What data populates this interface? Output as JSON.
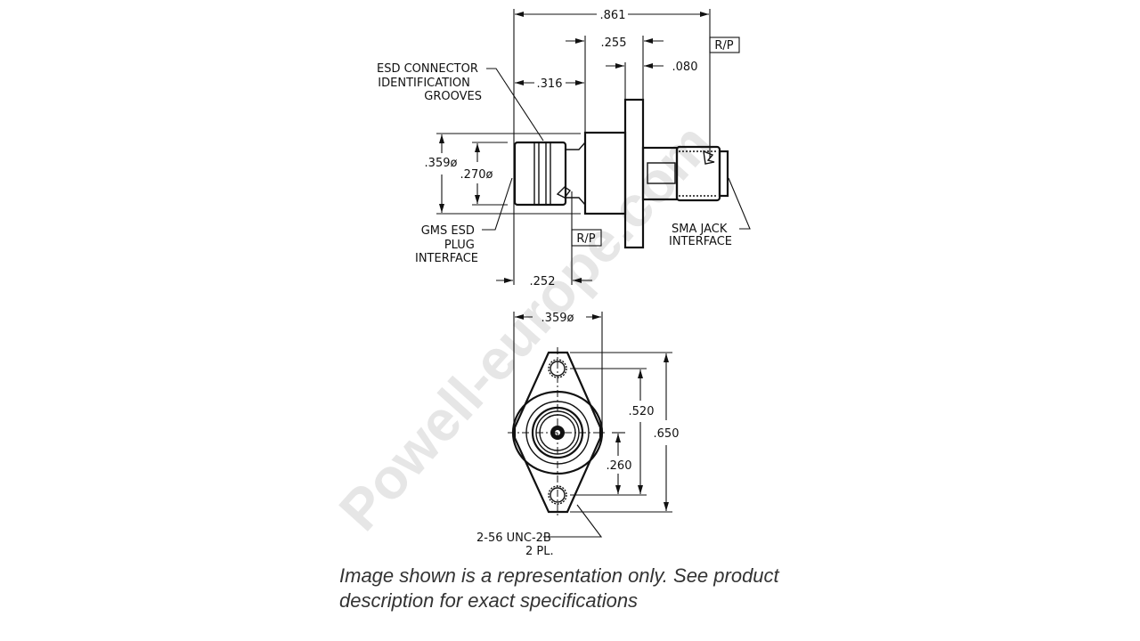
{
  "watermark": "Powell-europe.com",
  "side_view": {
    "dims": {
      "overall": ".861",
      "flange_to_ref": ".255",
      "flange_thickness": ".080",
      "plug_length": ".316",
      "outer_dia": ".359ø",
      "inner_dia": ".270ø",
      "plug_ref": ".252"
    },
    "ref_label_top": "R/P",
    "ref_label_bottom": "R/P",
    "callouts": {
      "esd_grooves": [
        "ESD CONNECTOR",
        "IDENTIFICATION",
        "GROOVES"
      ],
      "gms_plug": [
        "GMS ESD",
        "PLUG",
        "INTERFACE"
      ],
      "sma_jack": [
        "SMA JACK",
        "INTERFACE"
      ]
    }
  },
  "end_view": {
    "dims": {
      "body_dia": ".359ø",
      "hole_spacing": ".520",
      "flange_length": ".650",
      "center_to_hole": ".260"
    },
    "callout": [
      "2-56 UNC-2B",
      "2 PL."
    ]
  },
  "caption": [
    "Image shown is a representation only. See product",
    "description for exact specifications"
  ]
}
